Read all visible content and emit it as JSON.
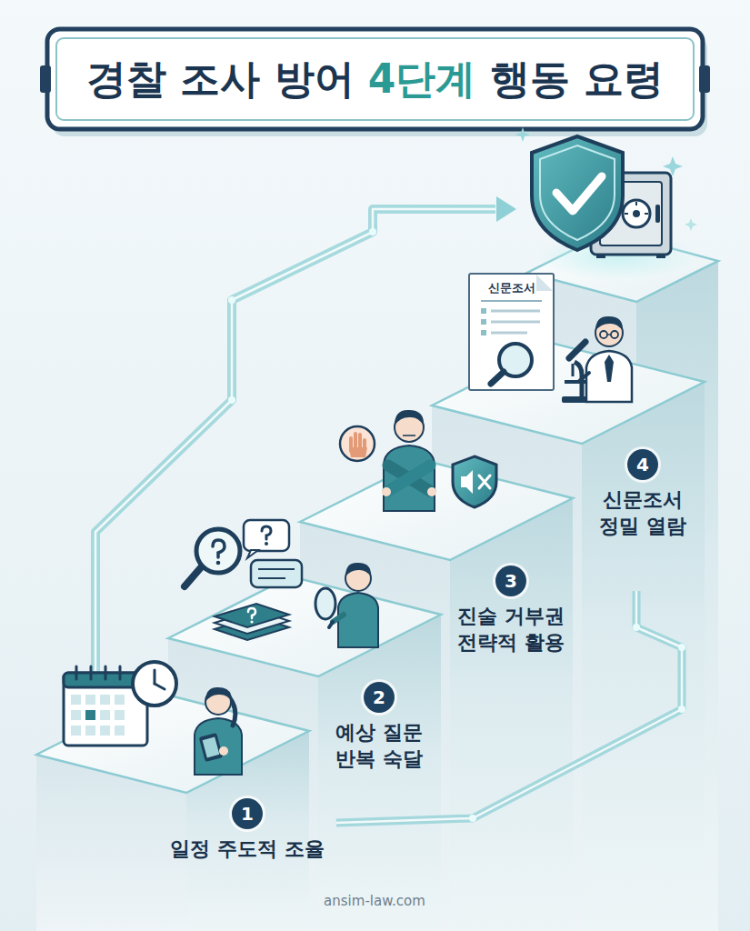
{
  "diagram": {
    "title": "경찰 조사 방어 4단계 행동 요령",
    "nodes": [
      {
        "text": [
          "1",
          "일정 주도적 조율"
        ]
      },
      {
        "text": [
          "2",
          "예상 질문 반복 숙달"
        ]
      },
      {
        "text": [
          "3",
          "진술 거부권 전략적 활용"
        ]
      },
      {
        "text": [
          "4",
          "신문조서 정밀 열람"
        ]
      },
      {
        "text": [
          "신문조서"
        ]
      }
    ],
    "labels": [
      "ansim-law.com"
    ]
  }
}
